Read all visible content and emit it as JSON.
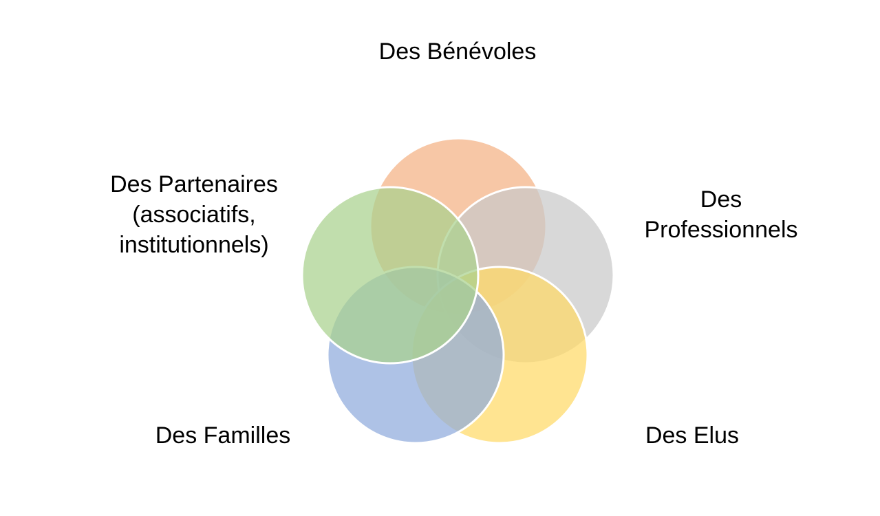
{
  "diagram": {
    "circles": [
      {
        "id": "benevoles",
        "color": "#f4b183"
      },
      {
        "id": "professionnels",
        "color": "#c9c9c9"
      },
      {
        "id": "elus",
        "color": "#ffd966"
      },
      {
        "id": "familles",
        "color": "#8faadc"
      },
      {
        "id": "partenaires",
        "color": "#a9d18e"
      }
    ],
    "outline_color": "#ffffff",
    "circle_opacity": 0.72
  },
  "labels": {
    "benevoles": "Des Bénévoles",
    "partenaires": [
      "Des Partenaires",
      "(associatifs,",
      "institutionnels)"
    ],
    "professionnels": [
      "Des",
      "Professionnels"
    ],
    "familles": "Des Familles",
    "elus": "Des Elus"
  }
}
